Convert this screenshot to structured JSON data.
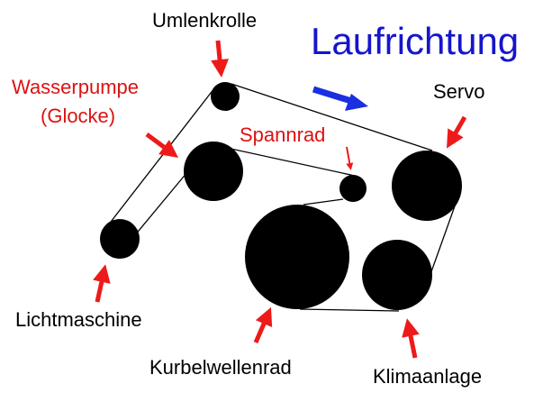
{
  "title": "Laufrichtung",
  "colors": {
    "title": "#1515cc",
    "label_black": "#000000",
    "label_red": "#dd1111",
    "arrow_red": "#ee1a1a",
    "direction_arrow": "#1a2fe0",
    "pulley": "#000000",
    "belt": "#000000"
  },
  "labels": {
    "umlenkrolle": "Umlenkrolle",
    "wasserpumpe_line1": "Wasserpumpe",
    "wasserpumpe_line2": "(Glocke)",
    "spannrad": "Spannrad",
    "servo": "Servo",
    "lichtmaschine": "Lichtmaschine",
    "kurbelwellenrad": "Kurbelwellenrad",
    "klimaanlage": "Klimaanlage"
  }
}
